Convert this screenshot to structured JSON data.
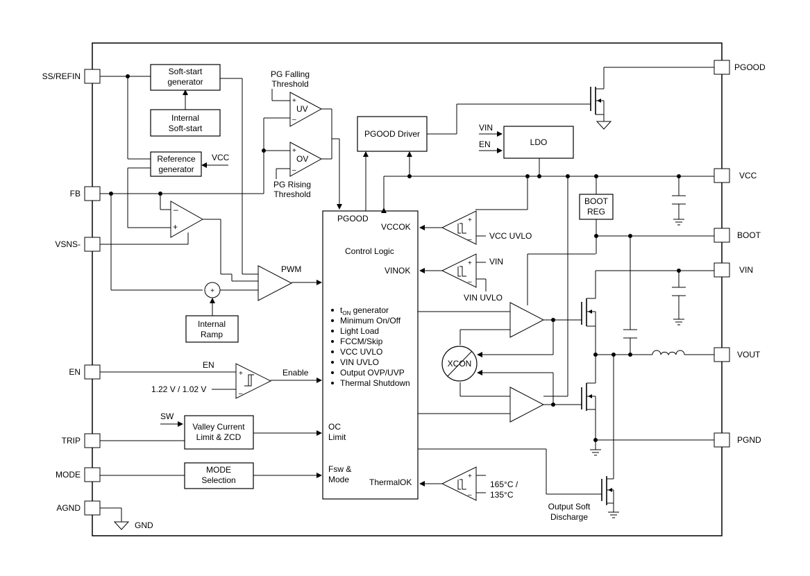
{
  "pins_left": {
    "ss_refin": "SS/REFIN",
    "fb": "FB",
    "vsns": "VSNS-",
    "en": "EN",
    "trip": "TRIP",
    "mode": "MODE",
    "agnd": "AGND"
  },
  "pins_right": {
    "pgood": "PGOOD",
    "vcc": "VCC",
    "boot": "BOOT",
    "vin": "VIN",
    "vout": "VOUT",
    "pgnd": "PGND"
  },
  "blocks": {
    "softstart_gen": [
      "Soft-start",
      "generator"
    ],
    "internal_ss": [
      "Internal",
      "Soft-start"
    ],
    "ref_gen": [
      "Reference",
      "generator"
    ],
    "pgood_driver": "PGOOD Driver",
    "ldo": "LDO",
    "boot_reg": [
      "BOOT",
      "REG"
    ],
    "internal_ramp": [
      "Internal",
      "Ramp"
    ],
    "valley": [
      "Valley Current",
      "Limit & ZCD"
    ],
    "mode_sel": [
      "MODE",
      "Selection"
    ],
    "xcon": "XCON"
  },
  "control": {
    "pgood": "PGOOD",
    "vccok": "VCCOK",
    "title": "Control Logic",
    "vinok": "VINOK",
    "oc": [
      "OC",
      "Limit"
    ],
    "fsw": [
      "Fsw &",
      "Mode"
    ],
    "thermalok": "ThermalOK",
    "bullets": {
      "ton_t": "t",
      "ton_sub": "ON",
      "ton_rest": " generator",
      "minonoff": "Minimum On/Off",
      "lightload": "Light Load",
      "fccm": "FCCM/Skip",
      "vccuvlo": "VCC UVLO",
      "vinuvlo": "VIN UVLO",
      "ovp": "Output OVP/UVP",
      "thermal": "Thermal Shutdown"
    }
  },
  "labels": {
    "pg_falling": [
      "PG Falling",
      "Threshold"
    ],
    "pg_rising": [
      "PG Rising",
      "Threshold"
    ],
    "uv": "UV",
    "ov": "OV",
    "vcc_ref": "VCC",
    "pwm": "PWM",
    "plus": "+",
    "minus": "–",
    "en_sig": "EN",
    "en_thresh": "1.22 V / 1.02 V",
    "enable": "Enable",
    "sw": "SW",
    "vin_ldo": "VIN",
    "en_ldo": "EN",
    "vcc_uvlo": "VCC UVLO",
    "vin_sig": "VIN",
    "vin_uvlo": "VIN UVLO",
    "temp": [
      "165°C /",
      "135°C"
    ],
    "discharge": [
      "Output Soft",
      "Discharge"
    ],
    "gnd": "GND"
  }
}
